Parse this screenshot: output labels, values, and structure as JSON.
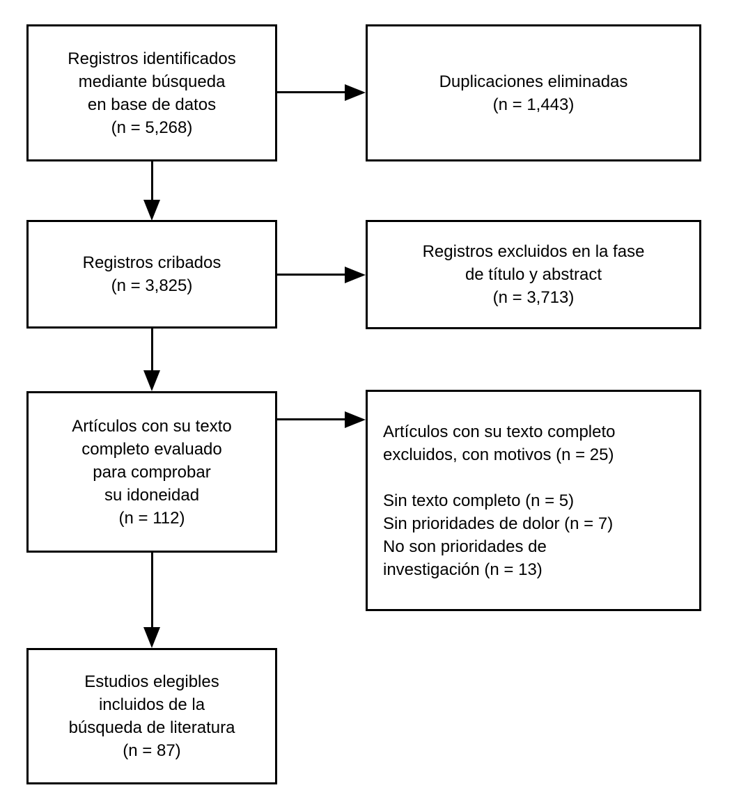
{
  "diagram": {
    "type": "prisma-flow",
    "language": "es",
    "colors": {
      "background": "#ffffff",
      "box_fill": "#ffffff",
      "box_border": "#000000",
      "text": "#000000",
      "arrow": "#000000"
    },
    "boxes": [
      {
        "id": "identified",
        "n": "5,268",
        "align": "center",
        "label_lines": [
          "Registros identificados",
          "mediante búsqueda",
          "en base de datos",
          "(n = 5,268)"
        ]
      },
      {
        "id": "duplicates-removed",
        "n": "1,443",
        "align": "center",
        "label_lines": [
          "Duplicaciones eliminadas",
          "(n = 1,443)"
        ]
      },
      {
        "id": "screened",
        "n": "3,825",
        "align": "center",
        "label_lines": [
          "Registros cribados",
          "(n = 3,825)"
        ]
      },
      {
        "id": "excluded-title-abstract",
        "n": "3,713",
        "align": "center",
        "label_lines": [
          "Registros excluidos en la fase",
          "de título y abstract",
          "(n = 3,713)"
        ]
      },
      {
        "id": "fulltext-assessed",
        "n": "112",
        "align": "center",
        "label_lines": [
          "Artículos con su texto",
          "completo evaluado",
          "para comprobar",
          "su idoneidad",
          "(n = 112)"
        ]
      },
      {
        "id": "fulltext-excluded",
        "n": "25",
        "align": "left",
        "label_lines": [
          "Artículos con su texto completo",
          "excluidos, con motivos (n = 25)",
          "",
          "Sin texto completo (n = 5)",
          "Sin prioridades de dolor (n = 7)",
          "No son prioridades de",
          "investigación (n = 13)"
        ]
      },
      {
        "id": "included",
        "n": "87",
        "align": "center",
        "label_lines": [
          "Estudios elegibles",
          "incluidos de la",
          "búsqueda de literatura",
          "(n = 87)"
        ]
      }
    ],
    "arrows": [
      {
        "from": "identified",
        "to": "duplicates-removed",
        "direction": "right"
      },
      {
        "from": "identified",
        "to": "screened",
        "direction": "down"
      },
      {
        "from": "screened",
        "to": "excluded-title-abstract",
        "direction": "right"
      },
      {
        "from": "screened",
        "to": "fulltext-assessed",
        "direction": "down"
      },
      {
        "from": "fulltext-assessed",
        "to": "fulltext-excluded",
        "direction": "right"
      },
      {
        "from": "fulltext-assessed",
        "to": "included",
        "direction": "down"
      }
    ]
  }
}
